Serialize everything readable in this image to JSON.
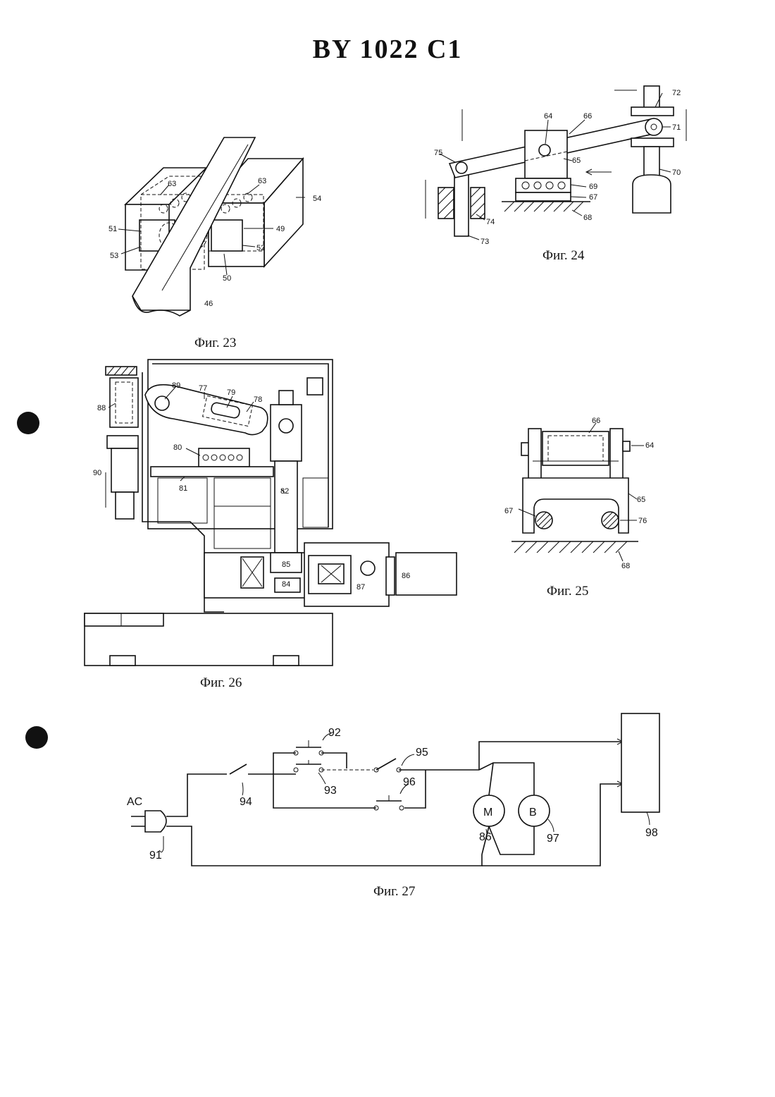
{
  "document": {
    "title": "BY 1022 C1"
  },
  "figures": {
    "fig23": {
      "caption": "Фиг. 23",
      "labels": [
        "63",
        "63",
        "54",
        "51",
        "49",
        "53",
        "52",
        "50",
        "46"
      ]
    },
    "fig24": {
      "caption": "Фиг. 24",
      "labels": [
        "72",
        "64",
        "66",
        "71",
        "75",
        "65",
        "70",
        "69",
        "67",
        "74",
        "68",
        "73"
      ]
    },
    "fig25": {
      "caption": "Фиг. 25",
      "labels": [
        "66",
        "64",
        "65",
        "67",
        "76",
        "68"
      ]
    },
    "fig26": {
      "caption": "Фиг. 26",
      "labels": [
        "89",
        "77",
        "79",
        "78",
        "88",
        "80",
        "90",
        "81",
        "82",
        "85",
        "84",
        "87",
        "86"
      ]
    },
    "fig27": {
      "caption": "Фиг. 27",
      "labels": [
        "92",
        "95",
        "AC",
        "94",
        "93",
        "96",
        "M",
        "B",
        "86",
        "97",
        "98",
        "91"
      ]
    }
  }
}
